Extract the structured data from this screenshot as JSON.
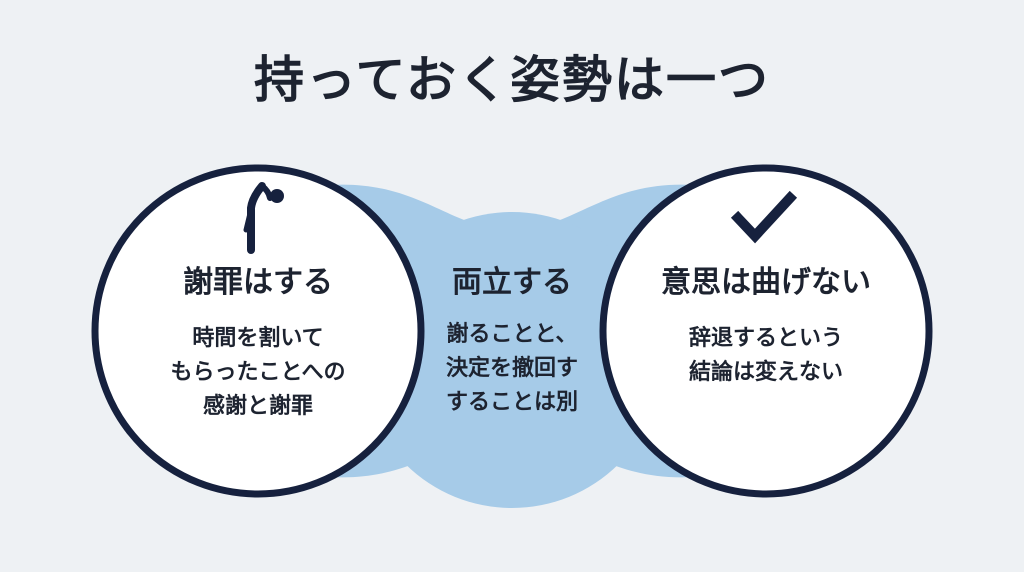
{
  "title": "持っておく姿勢は一つ",
  "colors": {
    "background": "#eef1f4",
    "ring": "#16213e",
    "overlap": "#a6cbe8",
    "text": "#1d2330"
  },
  "left": {
    "icon": "bowing-person-icon",
    "heading": "謝罪はする",
    "lines": [
      "時間を割いて",
      "もらったことへの",
      "感謝と謝罪"
    ]
  },
  "center": {
    "heading": "両立する",
    "lines": [
      "謝ることと、",
      "決定を撤回す",
      "することは別"
    ]
  },
  "right": {
    "icon": "checkmark-icon",
    "heading": "意思は曲げない",
    "lines": [
      "辞退するという",
      "結論は変えない"
    ]
  }
}
